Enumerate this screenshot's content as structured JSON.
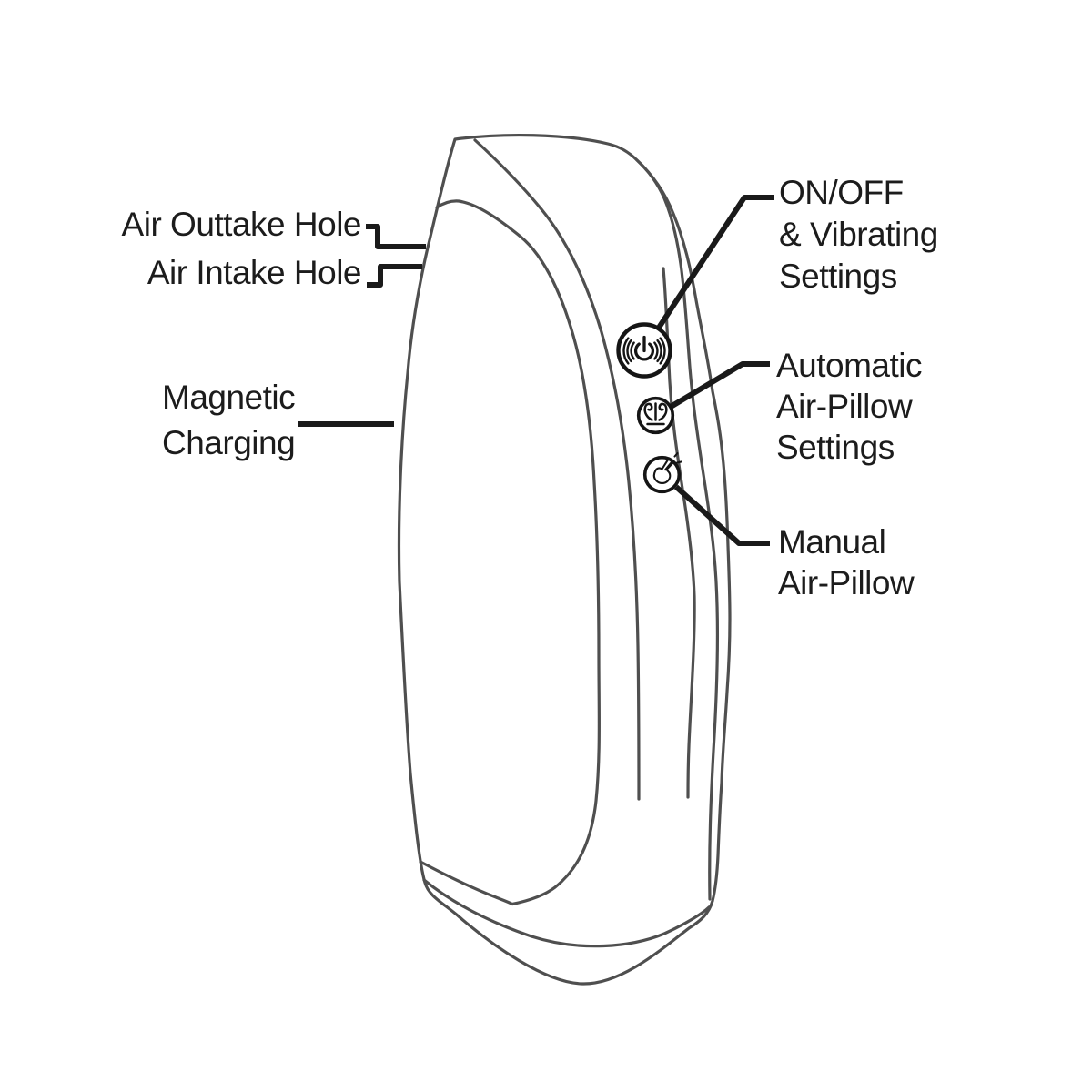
{
  "colors": {
    "background": "#ffffff",
    "line": "#4f4f4f",
    "ink": "#1a1a1a"
  },
  "callouts": {
    "air_outtake": {
      "text": "Air Outtake Hole"
    },
    "air_intake": {
      "text": "Air Intake Hole"
    },
    "magnetic_charging": {
      "lines": [
        "Magnetic",
        "Charging"
      ]
    },
    "power": {
      "lines": [
        "ON/OFF",
        "& Vibrating",
        "Settings"
      ]
    },
    "auto_air_pillow": {
      "lines": [
        "Automatic",
        "Air-Pillow",
        "Settings"
      ]
    },
    "manual_air_pillow": {
      "lines": [
        "Manual",
        "Air-Pillow"
      ]
    }
  },
  "device": {
    "description": "handheld massager device, side line-art view",
    "buttons": [
      {
        "id": "power-vibration-button",
        "icon": "power-vibration-icon"
      },
      {
        "id": "auto-air-pillow-button",
        "icon": "air-flow-icon"
      },
      {
        "id": "manual-air-pillow-button",
        "icon": "tap-hand-icon"
      }
    ]
  }
}
